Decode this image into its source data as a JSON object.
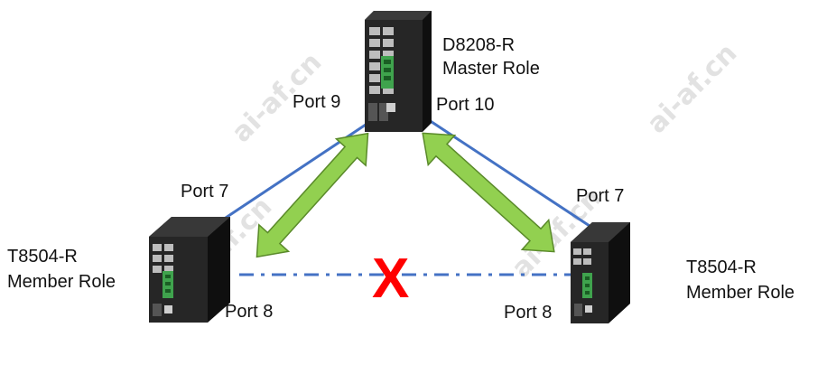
{
  "watermark": "ai-af.cn",
  "devices": {
    "master": {
      "model": "D8208-R",
      "role": "Master Role"
    },
    "member_left": {
      "model": "T8504-R",
      "role": "Member Role"
    },
    "member_right": {
      "model": "T8504-R",
      "role": "Member Role"
    }
  },
  "ports": {
    "master_left": "Port 9",
    "master_right": "Port 10",
    "left_up": "Port 7",
    "left_side": "Port 8",
    "right_up": "Port 7",
    "right_side": "Port 8"
  },
  "blocked_link_mark": "X",
  "colors": {
    "link": "#4472c4",
    "arrow_fill": "#92d050",
    "arrow_stroke": "#5a8a2a",
    "blocked_mark": "#ff0000",
    "device_body": "#1e1e1e",
    "terminal_block": "#3fa34d"
  }
}
